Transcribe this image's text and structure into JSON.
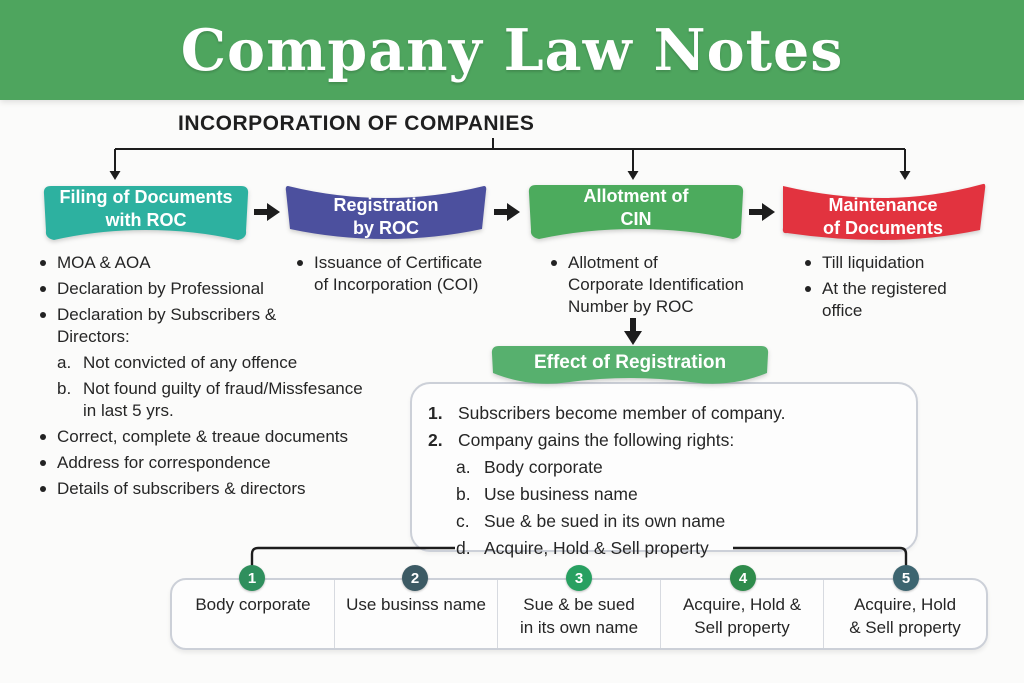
{
  "colors": {
    "header_green": "#4ea55e",
    "filing_teal": "#2db1a0",
    "registration_indigo": "#4c509e",
    "cin_green": "#4cab5d",
    "maintenance_red": "#e2333f",
    "effect_green": "#57b06e",
    "circle1": "#2f8f5d",
    "circle2": "#3c5a64",
    "circle3": "#28a061",
    "circle4": "#2e8b4b",
    "circle5": "#3d6570"
  },
  "header": {
    "title": "Company Law Notes"
  },
  "heading": "INCORPORATION OF COMPANIES",
  "steps": {
    "filing": {
      "line1": "Filing of Documents",
      "line2": "with ROC"
    },
    "registration": {
      "line1": "Registration",
      "line2": "by ROC"
    },
    "cin": {
      "line1": "Allotment of",
      "line2": "CIN"
    },
    "maintenance": {
      "line1": "Maintenance",
      "line2": "of Documents"
    }
  },
  "filing_list": {
    "b1": "MOA & AOA",
    "b2": "Declaration by Professional",
    "b3_line1": "Declaration by Subscribers &",
    "b3_line2": "Directors:",
    "sub_a_marker": "a.",
    "sub_a_text": "Not convicted of any offence",
    "sub_b_marker": "b.",
    "sub_b_line1": "Not found guilty of fraud/Missfesance",
    "sub_b_line2": "in last 5 yrs.",
    "b4": "Correct, complete & treaue documents",
    "b5": "Address for correspondence",
    "b6": "Details of subscribers & directors"
  },
  "registration_list": {
    "b1_line1": "Issuance of Certificate",
    "b1_line2": "of Incorporation (COI)"
  },
  "cin_list": {
    "b1_line1": "Allotment of",
    "b1_line2": "Corporate Identification",
    "b1_line3": "Number by ROC"
  },
  "maintenance_list": {
    "b1": "Till liquidation",
    "b2_line1": "At the registered",
    "b2_line2": "office"
  },
  "effect": {
    "title": "Effect of Registration",
    "i1_marker": "1.",
    "i1_text": "Subscribers become member of company.",
    "i2_marker": "2.",
    "i2_text": "Company gains the following rights:",
    "a_marker": "a.",
    "a_text": "Body corporate",
    "b_marker": "b.",
    "b_text": "Use business name",
    "c_marker": "c.",
    "c_text": "Sue & be sued in its own name",
    "d_marker": "d.",
    "d_text": "Acquire, Hold & Sell property"
  },
  "strip": {
    "cell1": {
      "num": "1",
      "line1": "Body corporate",
      "line2": ""
    },
    "cell2": {
      "num": "2",
      "line1": "Use businss name",
      "line2": ""
    },
    "cell3": {
      "num": "3",
      "line1": "Sue & be sued",
      "line2": "in its own name"
    },
    "cell4": {
      "num": "4",
      "line1": "Acquire, Hold &",
      "line2": "Sell property"
    },
    "cell5": {
      "num": "5",
      "line1": "Acquire, Hold",
      "line2": "& Sell property"
    }
  }
}
